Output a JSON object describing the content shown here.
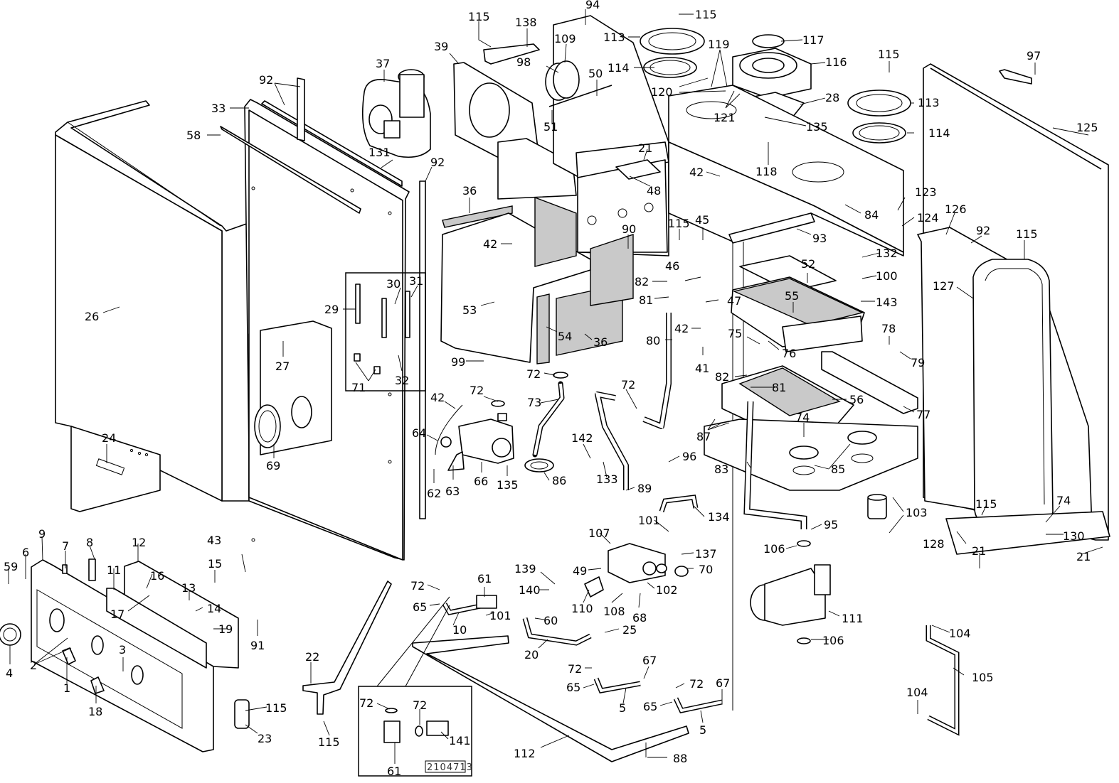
{
  "diagram": {
    "title": "Boiler exploded parts diagram",
    "drawing_number": "2104713",
    "labels": [
      {
        "id": "l1",
        "text": "115"
      },
      {
        "id": "l2",
        "text": "138"
      },
      {
        "id": "l3",
        "text": "94"
      },
      {
        "id": "l4",
        "text": "115"
      },
      {
        "id": "l5",
        "text": "39"
      },
      {
        "id": "l6",
        "text": "109"
      },
      {
        "id": "l7",
        "text": "113"
      },
      {
        "id": "l8",
        "text": "119"
      },
      {
        "id": "l9",
        "text": "117"
      },
      {
        "id": "l10",
        "text": "115"
      },
      {
        "id": "l11",
        "text": "97"
      },
      {
        "id": "l12",
        "text": "37"
      },
      {
        "id": "l13",
        "text": "98"
      },
      {
        "id": "l14",
        "text": "114"
      },
      {
        "id": "l15",
        "text": "116"
      },
      {
        "id": "l16",
        "text": "92"
      },
      {
        "id": "l17",
        "text": "50"
      },
      {
        "id": "l18",
        "text": "120"
      },
      {
        "id": "l19",
        "text": "33"
      },
      {
        "id": "l20",
        "text": "28"
      },
      {
        "id": "l21",
        "text": "113"
      },
      {
        "id": "l22",
        "text": "58"
      },
      {
        "id": "l23",
        "text": "51"
      },
      {
        "id": "l24",
        "text": "121"
      },
      {
        "id": "l25",
        "text": "135"
      },
      {
        "id": "l26",
        "text": "125"
      },
      {
        "id": "l27",
        "text": "114"
      },
      {
        "id": "l28",
        "text": "131"
      },
      {
        "id": "l29",
        "text": "21"
      },
      {
        "id": "l30",
        "text": "92"
      },
      {
        "id": "l31",
        "text": "42"
      },
      {
        "id": "l32",
        "text": "118"
      },
      {
        "id": "l33",
        "text": "48"
      },
      {
        "id": "l34",
        "text": "36"
      },
      {
        "id": "l35",
        "text": "123"
      },
      {
        "id": "l36",
        "text": "84"
      },
      {
        "id": "l37",
        "text": "124"
      },
      {
        "id": "l38",
        "text": "126"
      },
      {
        "id": "l39",
        "text": "115"
      },
      {
        "id": "l40",
        "text": "45"
      },
      {
        "id": "l41",
        "text": "93"
      },
      {
        "id": "l42",
        "text": "90"
      },
      {
        "id": "l43",
        "text": "92"
      },
      {
        "id": "l44",
        "text": "115"
      },
      {
        "id": "l45",
        "text": "42"
      },
      {
        "id": "l46",
        "text": "132"
      },
      {
        "id": "l47",
        "text": "52"
      },
      {
        "id": "l48",
        "text": "46"
      },
      {
        "id": "l49",
        "text": "100"
      },
      {
        "id": "l50",
        "text": "127"
      },
      {
        "id": "l51",
        "text": "82"
      },
      {
        "id": "l52",
        "text": "30"
      },
      {
        "id": "l53",
        "text": "31"
      },
      {
        "id": "l54",
        "text": "26"
      },
      {
        "id": "l55",
        "text": "29"
      },
      {
        "id": "l56",
        "text": "53"
      },
      {
        "id": "l57",
        "text": "81"
      },
      {
        "id": "l58",
        "text": "55"
      },
      {
        "id": "l59",
        "text": "47"
      },
      {
        "id": "l60",
        "text": "143"
      },
      {
        "id": "l61",
        "text": "42"
      },
      {
        "id": "l62",
        "text": "54"
      },
      {
        "id": "l63",
        "text": "36"
      },
      {
        "id": "l64",
        "text": "80"
      },
      {
        "id": "l65",
        "text": "75"
      },
      {
        "id": "l66",
        "text": "78"
      },
      {
        "id": "l67",
        "text": "27"
      },
      {
        "id": "l68",
        "text": "76"
      },
      {
        "id": "l69",
        "text": "41"
      },
      {
        "id": "l70",
        "text": "79"
      },
      {
        "id": "l71",
        "text": "99"
      },
      {
        "id": "l72",
        "text": "72"
      },
      {
        "id": "l73",
        "text": "82"
      },
      {
        "id": "l74",
        "text": "81"
      },
      {
        "id": "l75",
        "text": "71"
      },
      {
        "id": "l76",
        "text": "32"
      },
      {
        "id": "l77",
        "text": "72"
      },
      {
        "id": "l78",
        "text": "72"
      },
      {
        "id": "l79",
        "text": "42"
      },
      {
        "id": "l80",
        "text": "73"
      },
      {
        "id": "l81",
        "text": "56"
      },
      {
        "id": "l82",
        "text": "74"
      },
      {
        "id": "l83",
        "text": "77"
      },
      {
        "id": "l84",
        "text": "64"
      },
      {
        "id": "l85",
        "text": "24"
      },
      {
        "id": "l86",
        "text": "142"
      },
      {
        "id": "l87",
        "text": "96"
      },
      {
        "id": "l88",
        "text": "87"
      },
      {
        "id": "l89",
        "text": "69"
      },
      {
        "id": "l90",
        "text": "83"
      },
      {
        "id": "l91",
        "text": "85"
      },
      {
        "id": "l92",
        "text": "62"
      },
      {
        "id": "l93",
        "text": "63"
      },
      {
        "id": "l94",
        "text": "66"
      },
      {
        "id": "l95",
        "text": "135"
      },
      {
        "id": "l96",
        "text": "86"
      },
      {
        "id": "l97",
        "text": "133"
      },
      {
        "id": "l98",
        "text": "89"
      },
      {
        "id": "l99",
        "text": "134"
      },
      {
        "id": "l100",
        "text": "103"
      },
      {
        "id": "l101",
        "text": "115"
      },
      {
        "id": "l102",
        "text": "74"
      },
      {
        "id": "l103",
        "text": "101"
      },
      {
        "id": "l104",
        "text": "95"
      },
      {
        "id": "l105",
        "text": "107"
      },
      {
        "id": "l106",
        "text": "130"
      },
      {
        "id": "l107",
        "text": "9"
      },
      {
        "id": "l108",
        "text": "43"
      },
      {
        "id": "l109",
        "text": "128"
      },
      {
        "id": "l110",
        "text": "106"
      },
      {
        "id": "l111",
        "text": "6"
      },
      {
        "id": "l112",
        "text": "7"
      },
      {
        "id": "l113",
        "text": "8"
      },
      {
        "id": "l114",
        "text": "12"
      },
      {
        "id": "l115",
        "text": "137"
      },
      {
        "id": "l116",
        "text": "21"
      },
      {
        "id": "l117",
        "text": "21"
      },
      {
        "id": "l118",
        "text": "59"
      },
      {
        "id": "l119",
        "text": "15"
      },
      {
        "id": "l120",
        "text": "11"
      },
      {
        "id": "l121",
        "text": "16"
      },
      {
        "id": "l122",
        "text": "49"
      },
      {
        "id": "l123",
        "text": "139"
      },
      {
        "id": "l124",
        "text": "70"
      },
      {
        "id": "l125",
        "text": "13"
      },
      {
        "id": "l126",
        "text": "72"
      },
      {
        "id": "l127",
        "text": "61"
      },
      {
        "id": "l128",
        "text": "102"
      },
      {
        "id": "l129",
        "text": "140"
      },
      {
        "id": "l130",
        "text": "14"
      },
      {
        "id": "l131",
        "text": "17"
      },
      {
        "id": "l132",
        "text": "19"
      },
      {
        "id": "l133",
        "text": "110"
      },
      {
        "id": "l134",
        "text": "108"
      },
      {
        "id": "l135",
        "text": "65"
      },
      {
        "id": "l136",
        "text": "68"
      },
      {
        "id": "l137",
        "text": "111"
      },
      {
        "id": "l138",
        "text": "91"
      },
      {
        "id": "l139",
        "text": "10"
      },
      {
        "id": "l140",
        "text": "101"
      },
      {
        "id": "l141",
        "text": "60"
      },
      {
        "id": "l142",
        "text": "25"
      },
      {
        "id": "l143",
        "text": "104"
      },
      {
        "id": "l144",
        "text": "2"
      },
      {
        "id": "l145",
        "text": "3"
      },
      {
        "id": "l146",
        "text": "106"
      },
      {
        "id": "l147",
        "text": "4"
      },
      {
        "id": "l148",
        "text": "20"
      },
      {
        "id": "l149",
        "text": "22"
      },
      {
        "id": "l150",
        "text": "72"
      },
      {
        "id": "l151",
        "text": "67"
      },
      {
        "id": "l152",
        "text": "105"
      },
      {
        "id": "l153",
        "text": "1"
      },
      {
        "id": "l154",
        "text": "72"
      },
      {
        "id": "l155",
        "text": "67"
      },
      {
        "id": "l156",
        "text": "65"
      },
      {
        "id": "l157",
        "text": "5"
      },
      {
        "id": "l158",
        "text": "18"
      },
      {
        "id": "l159",
        "text": "65"
      },
      {
        "id": "l160",
        "text": "104"
      },
      {
        "id": "l161",
        "text": "115"
      },
      {
        "id": "l162",
        "text": "72"
      },
      {
        "id": "l163",
        "text": "72"
      },
      {
        "id": "l164",
        "text": "5"
      },
      {
        "id": "l165",
        "text": "23"
      },
      {
        "id": "l166",
        "text": "141"
      },
      {
        "id": "l167",
        "text": "115"
      },
      {
        "id": "l168",
        "text": "112"
      },
      {
        "id": "l169",
        "text": "88"
      },
      {
        "id": "l170",
        "text": "61"
      }
    ]
  }
}
